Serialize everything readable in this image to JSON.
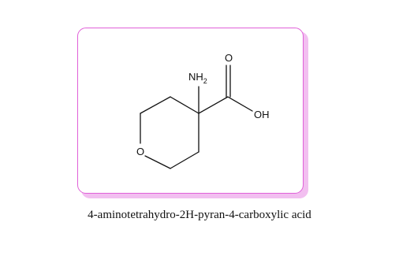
{
  "atoms": {
    "amine_main": "NH",
    "amine_subscript": "2",
    "carbonyl_oxygen": "O",
    "hydroxyl": "OH",
    "ring_oxygen": "O"
  },
  "caption": "4-aminotetrahydro-2H-pyran-4-carboxylic acid",
  "colors": {
    "frame_border": "#e060d8",
    "frame_shadow": "#f2bff0",
    "ink": "#111111"
  }
}
